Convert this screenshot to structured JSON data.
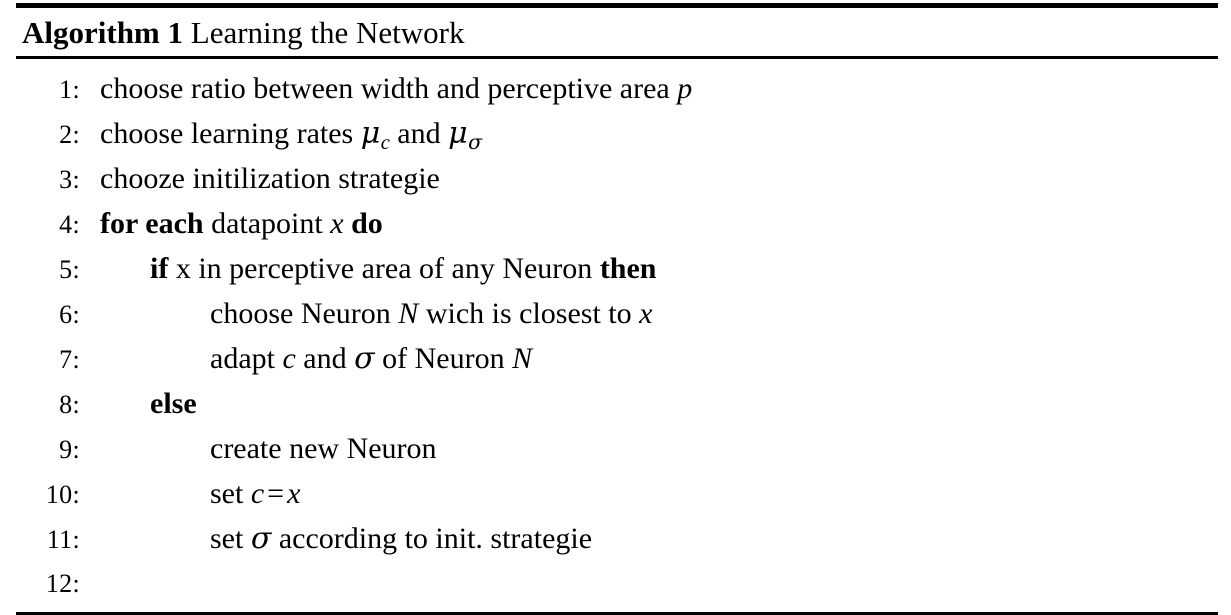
{
  "algorithm": {
    "caption_head": "Algorithm 1",
    "caption_title": "Learning the Network",
    "lines": [
      {
        "number": "1:",
        "indent": 0,
        "text": "choose ratio between width and perceptive area p"
      },
      {
        "number": "2:",
        "indent": 0,
        "text": "choose learning rates μ_c and μ_σ"
      },
      {
        "number": "3:",
        "indent": 0,
        "text": "chooze initilization strategie"
      },
      {
        "number": "4:",
        "indent": 0,
        "text": "for each datapoint x do"
      },
      {
        "number": "5:",
        "indent": 1,
        "text": "if x in perceptive area of any Neuron then"
      },
      {
        "number": "6:",
        "indent": 2,
        "text": "choose Neuron N wich is closest to x"
      },
      {
        "number": "7:",
        "indent": 2,
        "text": "adapt c and σ of Neuron N"
      },
      {
        "number": "8:",
        "indent": 1,
        "text": "else"
      },
      {
        "number": "9:",
        "indent": 2,
        "text": "create new Neuron"
      },
      {
        "number": "10:",
        "indent": 2,
        "text": "set c = x"
      },
      {
        "number": "11:",
        "indent": 2,
        "text": "set σ according to init. strategie"
      },
      {
        "number": "12:",
        "indent": 0,
        "text": ""
      }
    ],
    "tokens": {
      "choose": "choose",
      "ratio_between_width_and_perceptive_area": "ratio between width and perceptive area",
      "p": "p",
      "learning_rates": "learning rates",
      "mu": "μ",
      "sub_c": "c",
      "and": "and",
      "sub_sigma": "σ",
      "chooze_initilization_strategie": "chooze initilization strategie",
      "for_each": "for each",
      "datapoint": "datapoint",
      "x": "x",
      "do": "do",
      "if": "if",
      "x_upright": "x",
      "in_perceptive_area_of_any_neuron": "in perceptive area of any Neuron",
      "then": "then",
      "neuron": "Neuron",
      "N": "N",
      "wich_is_closest_to": "wich is closest to",
      "adapt": "adapt",
      "c": "c",
      "sigma": "σ",
      "of_neuron": "of Neuron",
      "else": "else",
      "create_new_neuron": "create new Neuron",
      "set": "set",
      "equals": "=",
      "according_to_init_strategie": "according to init. strategie"
    }
  },
  "colors": {
    "background": "#ffffff",
    "text": "#000000",
    "rule": "#000000"
  }
}
